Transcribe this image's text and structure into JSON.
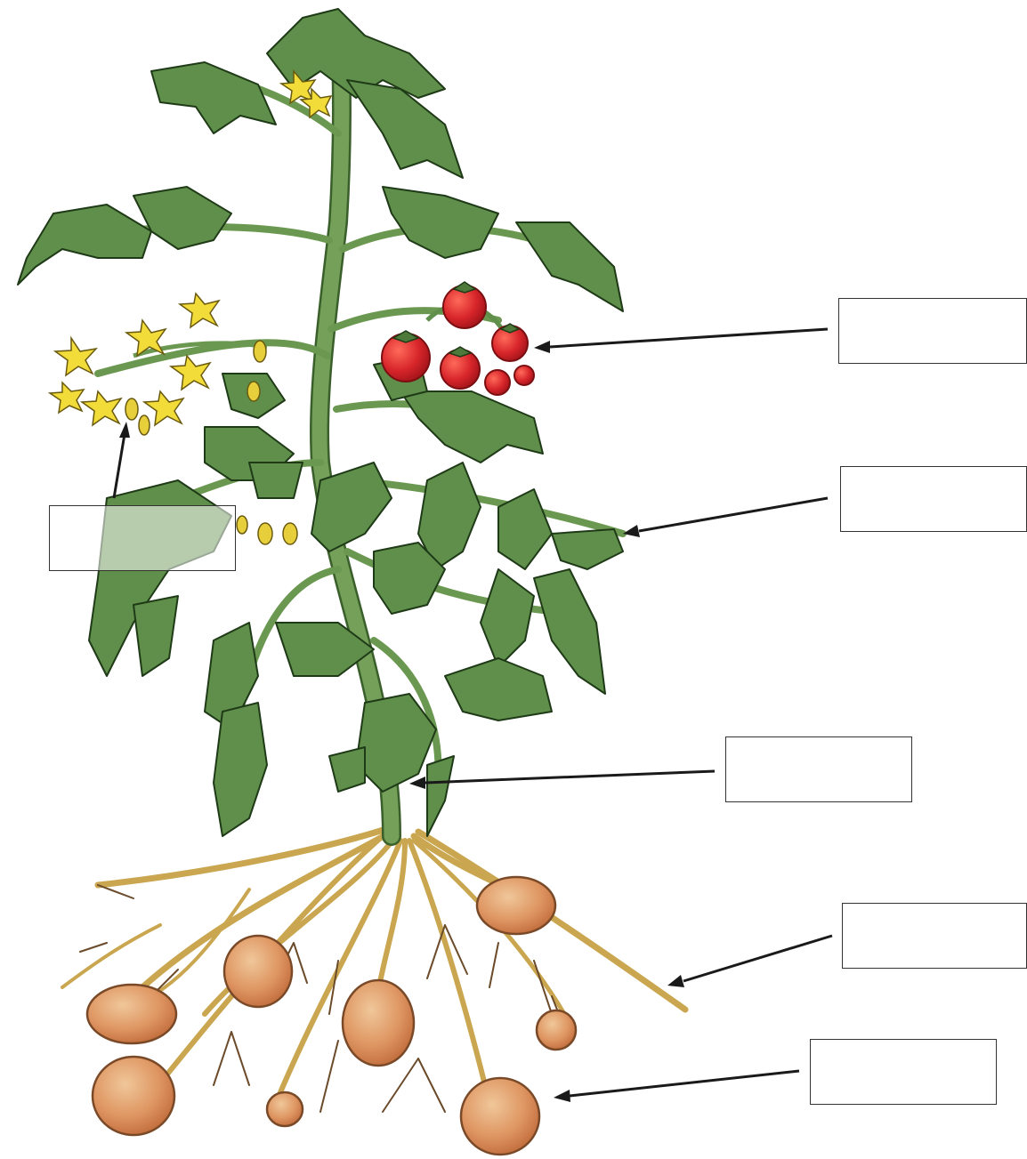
{
  "diagram": {
    "subject": "tomato-potato-plant",
    "colors": {
      "leaf": "#5f8f4a",
      "leaf_dark": "#3f6b32",
      "stem": "#6e9a52",
      "flower": "#f2dc3a",
      "tomato": "#d8262b",
      "root": "#d4b461",
      "potato": "#d98f5b",
      "outline": "#1a1a1a"
    },
    "labels": [
      {
        "id": "flower",
        "text": ""
      },
      {
        "id": "fruit",
        "text": ""
      },
      {
        "id": "leaf",
        "text": ""
      },
      {
        "id": "stem",
        "text": ""
      },
      {
        "id": "root",
        "text": ""
      },
      {
        "id": "tuber",
        "text": ""
      }
    ]
  }
}
